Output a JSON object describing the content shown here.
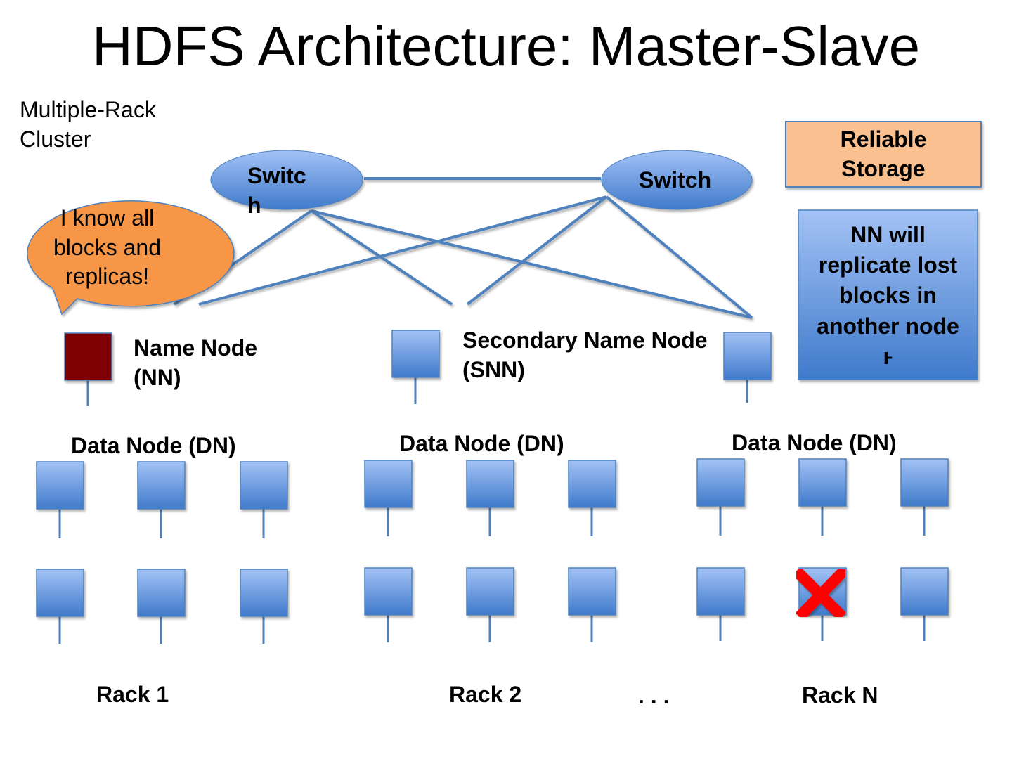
{
  "title": "HDFS Architecture: Master-Slave",
  "cluster_label": "Multiple-Rack\nCluster",
  "switches": [
    {
      "label": "Switc\nh"
    },
    {
      "label": "Switch"
    }
  ],
  "bubble": {
    "text": "I know all\nblocks and\nreplicas!",
    "color": "#f79646"
  },
  "reliable_storage": {
    "text": "Reliable\nStorage",
    "color": "#fac090"
  },
  "nn_note": {
    "text": "NN will\nreplicate lost\nblocks in\nanother node\nⱶ"
  },
  "name_node": {
    "label": "Name Node\n(NN)",
    "color": "#7f0000"
  },
  "secondary_name_node": {
    "label": "Secondary Name Node\n(SNN)"
  },
  "data_node_label": "Data Node (DN)",
  "racks": [
    {
      "label": "Rack 1"
    },
    {
      "label": "Rack 2"
    },
    {
      "label": "Rack N"
    }
  ],
  "ellipsis": ". . .",
  "colors": {
    "node_blue": "#4f81bd",
    "line_blue": "#4f81bd",
    "failed_x": "#ff0000"
  }
}
